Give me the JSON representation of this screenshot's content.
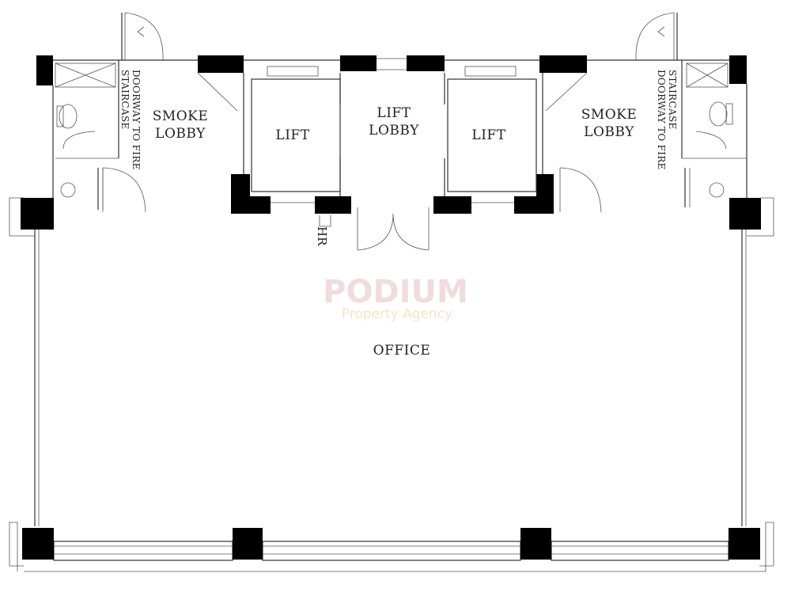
{
  "plan": {
    "rooms": {
      "smoke_lobby_left": [
        "SMOKE",
        "LOBBY"
      ],
      "lift_left": "LIFT",
      "lift_lobby": [
        "LIFT",
        "LOBBY"
      ],
      "lift_right": "LIFT",
      "smoke_lobby_right": [
        "SMOKE",
        "LOBBY"
      ],
      "office": "OFFICE"
    },
    "doorway_left": [
      "DOORWAY TO FIRE",
      "STAIRCASE"
    ],
    "doorway_right": [
      "DOORWAY TO FIRE",
      "STAIRCASE"
    ],
    "hose_reel": "HR"
  },
  "watermark": {
    "brand": "PODIUM",
    "subtitle": "Property Agency",
    "brand_color": "#f0dcdc",
    "subtitle_color": "#f5e4c9"
  }
}
